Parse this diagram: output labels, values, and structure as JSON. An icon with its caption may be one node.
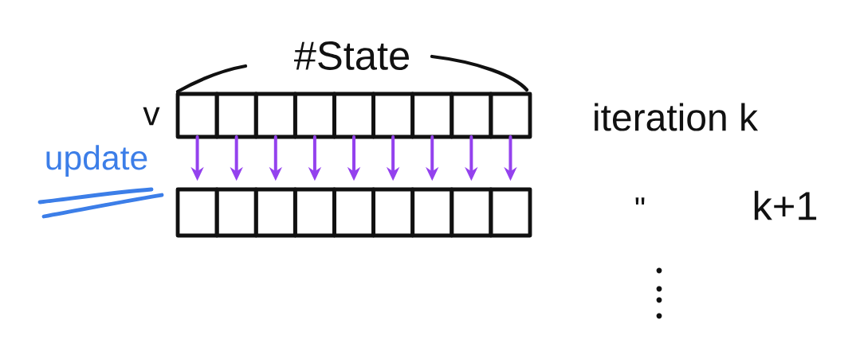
{
  "diagram": {
    "nodes": [
      {
        "text": [],
        "shape": "box"
      },
      {
        "text": [],
        "shape": "box"
      },
      {
        "text": [],
        "shape": "box"
      },
      {
        "text": [],
        "shape": "box"
      },
      {
        "text": [],
        "shape": "box"
      },
      {
        "text": [],
        "shape": "box"
      },
      {
        "text": [],
        "shape": "box"
      },
      {
        "text": [],
        "shape": "box"
      },
      {
        "text": [],
        "shape": "box"
      },
      {
        "text": [],
        "shape": "box"
      },
      {
        "text": [],
        "shape": "box"
      },
      {
        "text": [],
        "shape": "box"
      },
      {
        "text": [],
        "shape": "box"
      },
      {
        "text": [],
        "shape": "box"
      },
      {
        "text": [],
        "shape": "box"
      },
      {
        "text": [],
        "shape": "box"
      },
      {
        "text": [],
        "shape": "box"
      },
      {
        "text": [],
        "shape": "box"
      }
    ],
    "edges": [
      {
        "from": 0,
        "to": 9,
        "arrow": "to"
      },
      {
        "from": 1,
        "to": 10,
        "arrow": "to"
      },
      {
        "from": 2,
        "to": 11,
        "arrow": "to"
      },
      {
        "from": 3,
        "to": 12,
        "arrow": "to"
      },
      {
        "from": 4,
        "to": 13,
        "arrow": "to"
      },
      {
        "from": 5,
        "to": 14,
        "arrow": "to"
      },
      {
        "from": 6,
        "to": 15,
        "arrow": "to"
      },
      {
        "from": 7,
        "to": 16,
        "arrow": "to"
      },
      {
        "from": 8,
        "to": 17,
        "arrow": "to"
      }
    ],
    "labels": [
      "#State",
      "v",
      "iteration k",
      "update",
      "\"",
      "k+1"
    ]
  }
}
